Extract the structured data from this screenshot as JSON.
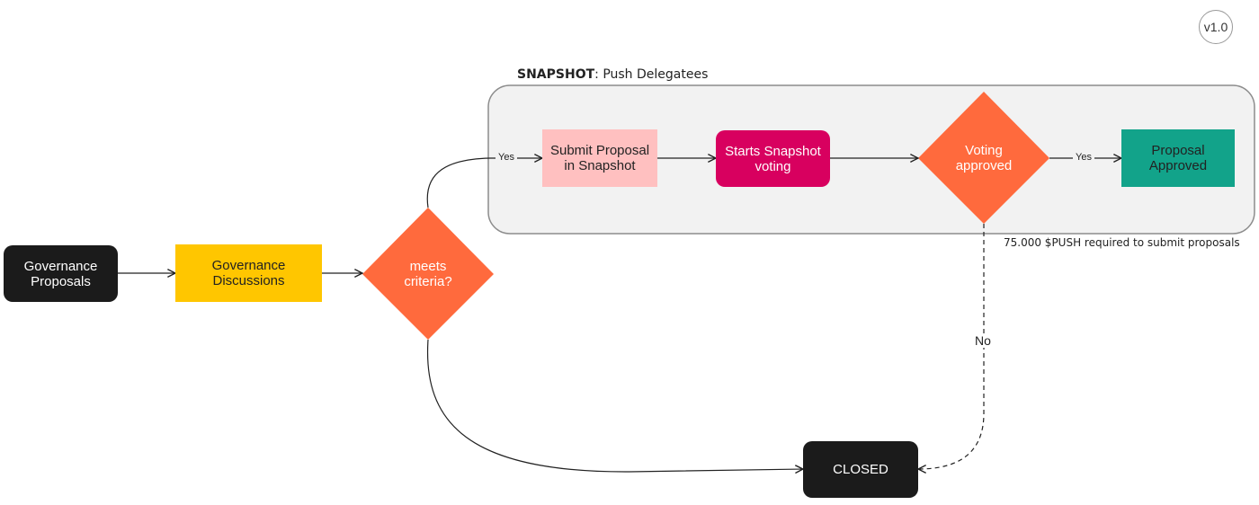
{
  "version": "v1.0",
  "snapshot_group": {
    "title_bold": "SNAPSHOT",
    "title_rest": ": Push Delegatees",
    "note": "75.000 $PUSH required to submit proposals"
  },
  "nodes": {
    "governance_proposals": "Governance\nProposals",
    "governance_discussions": "Governance\nDiscussions",
    "meets_criteria": "meets\ncriteria?",
    "submit_proposal": "Submit Proposal\nin Snapshot",
    "starts_voting": "Starts Snapshot\nvoting",
    "voting_approved": "Voting\napproved",
    "proposal_approved": "Proposal\nApproved",
    "closed": "CLOSED"
  },
  "edge_labels": {
    "criteria_yes": "Yes",
    "voting_yes": "Yes",
    "voting_no": "No"
  },
  "colors": {
    "dark": "#1b1b1b",
    "yellow": "#ffc600",
    "orange": "#ff6a3d",
    "pink_light": "#ffc0c0",
    "magenta": "#d8005f",
    "teal": "#12a38a",
    "group_bg": "#f2f2f2",
    "group_border": "#8c8c8c"
  }
}
